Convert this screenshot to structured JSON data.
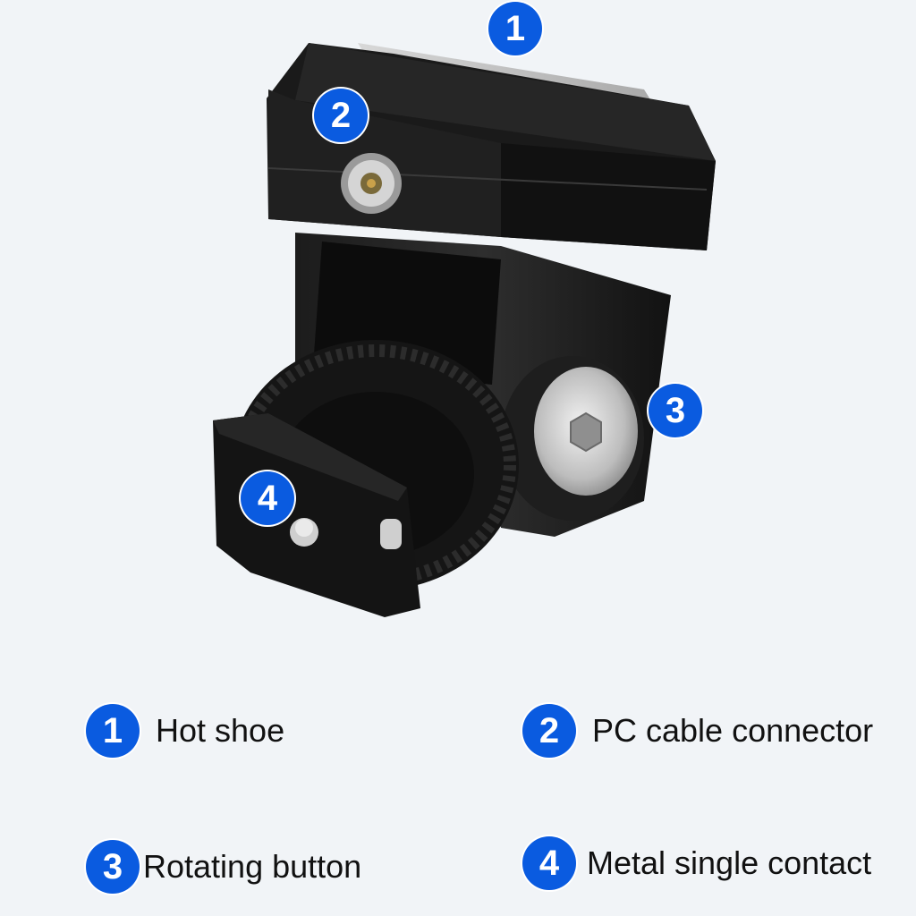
{
  "accent_color": "#0a5be0",
  "callouts": [
    {
      "number": "1"
    },
    {
      "number": "2"
    },
    {
      "number": "3"
    },
    {
      "number": "4"
    }
  ],
  "legend": [
    {
      "number": "1",
      "label": "Hot shoe"
    },
    {
      "number": "2",
      "label": "PC cable connector"
    },
    {
      "number": "3",
      "label": "Rotating button"
    },
    {
      "number": "4",
      "label": "Metal single contact"
    }
  ]
}
